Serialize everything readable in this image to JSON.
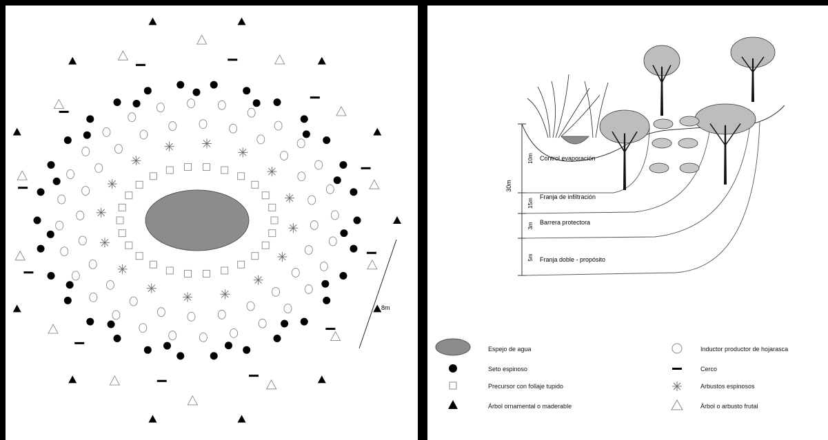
{
  "plan": {
    "scale_label": "8m"
  },
  "profile": {
    "total_width_label": "30m",
    "zones": [
      {
        "width_label": "10m",
        "label": "Control evaporación"
      },
      {
        "width_label": "15m",
        "label": "Franja de infiltración"
      },
      {
        "width_label": "3m",
        "label": "Barrera protectora"
      },
      {
        "width_label": "5m",
        "label": "Franja doble - propósito"
      }
    ]
  },
  "legend": {
    "items": [
      {
        "symbol": "water-mirror",
        "label": "Espejo de agua"
      },
      {
        "symbol": "filled-circle",
        "label": "Seto espinoso"
      },
      {
        "symbol": "open-square",
        "label": "Precursor con follaje tupido"
      },
      {
        "symbol": "filled-triangle",
        "label": "Árbol ornamental o maderable"
      },
      {
        "symbol": "open-circle",
        "label": "Inductor productor de hojarasca"
      },
      {
        "symbol": "dash",
        "label": "Cerco"
      },
      {
        "symbol": "asterisk",
        "label": "Arbustos espinosos"
      },
      {
        "symbol": "open-triangle",
        "label": "Árbol o arbusto frutal"
      }
    ]
  }
}
